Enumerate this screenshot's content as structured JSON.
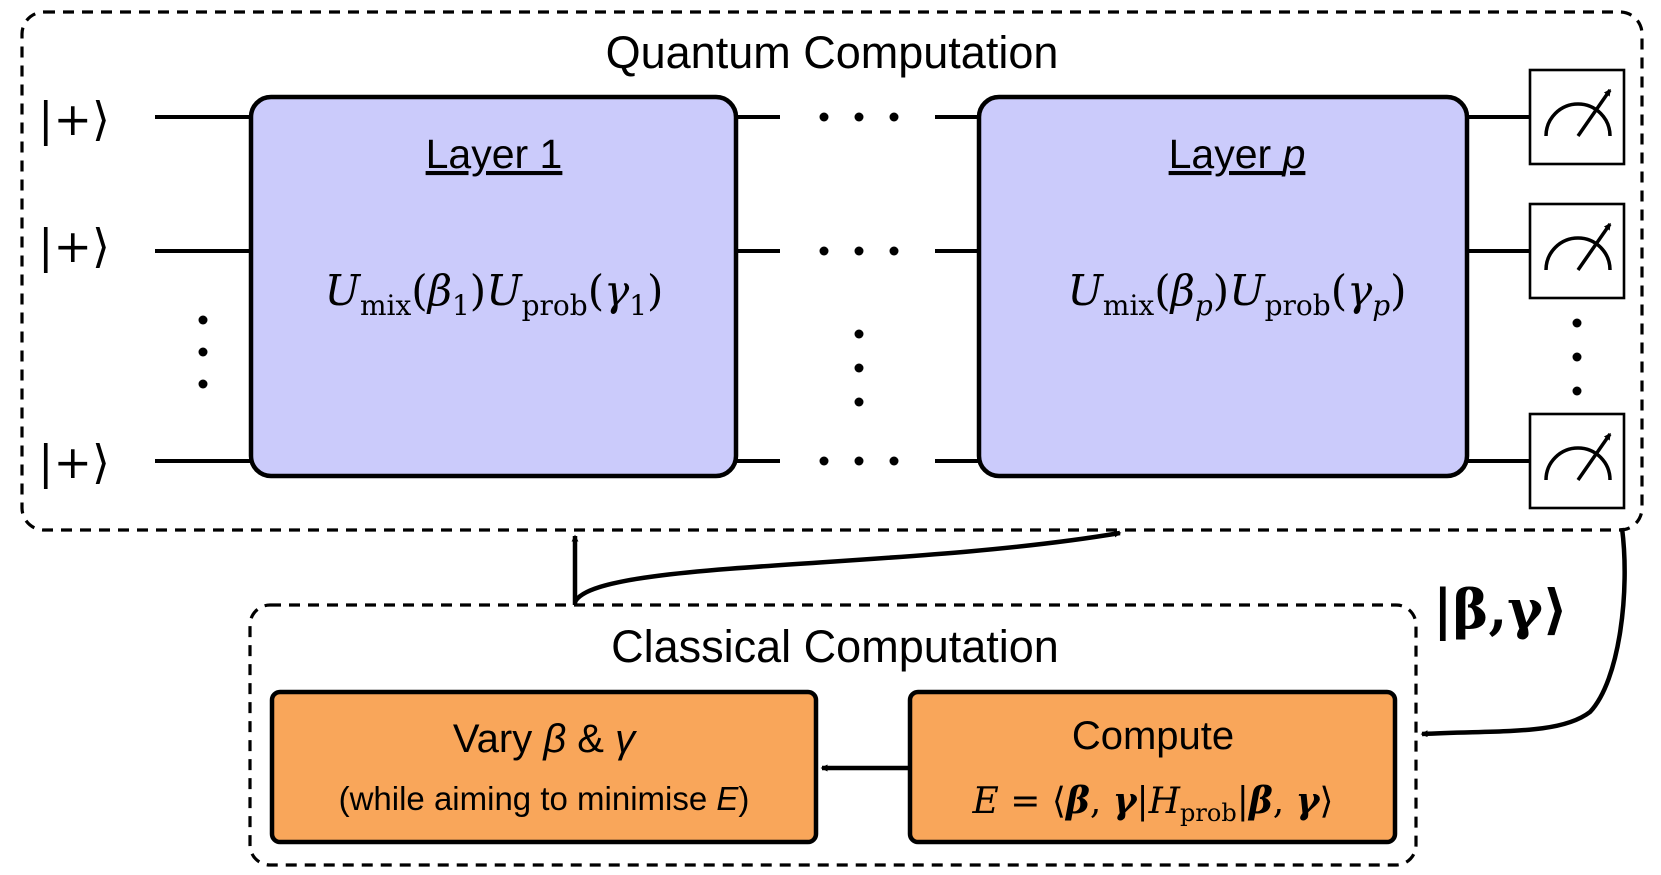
{
  "quantum": {
    "title": "Quantum Computation",
    "input_state": "|+⟩",
    "layer1": {
      "title": "Layer 1",
      "op_text": "U_mix(β_1)U_prob(γ_1)"
    },
    "layerp": {
      "title_prefix": "Layer ",
      "title_var": "p",
      "op_text": "U_mix(β_p)U_prob(γ_p)"
    }
  },
  "feedback": {
    "state_label": "|β,γ⟩"
  },
  "classical": {
    "title": "Classical Computation",
    "vary_box": {
      "line1_prefix": "Vary ",
      "beta": "β",
      "amp": " & ",
      "gamma": "γ",
      "line2_prefix": "(while aiming to minimise ",
      "E": "E",
      "line2_suffix": ")"
    },
    "compute_box": {
      "title": "Compute",
      "formula_text": "E = ⟨β,γ|H_prob|β,γ⟩"
    }
  },
  "colors": {
    "layer_fill": "#cbcbfb",
    "classical_fill": "#f9a65a"
  }
}
